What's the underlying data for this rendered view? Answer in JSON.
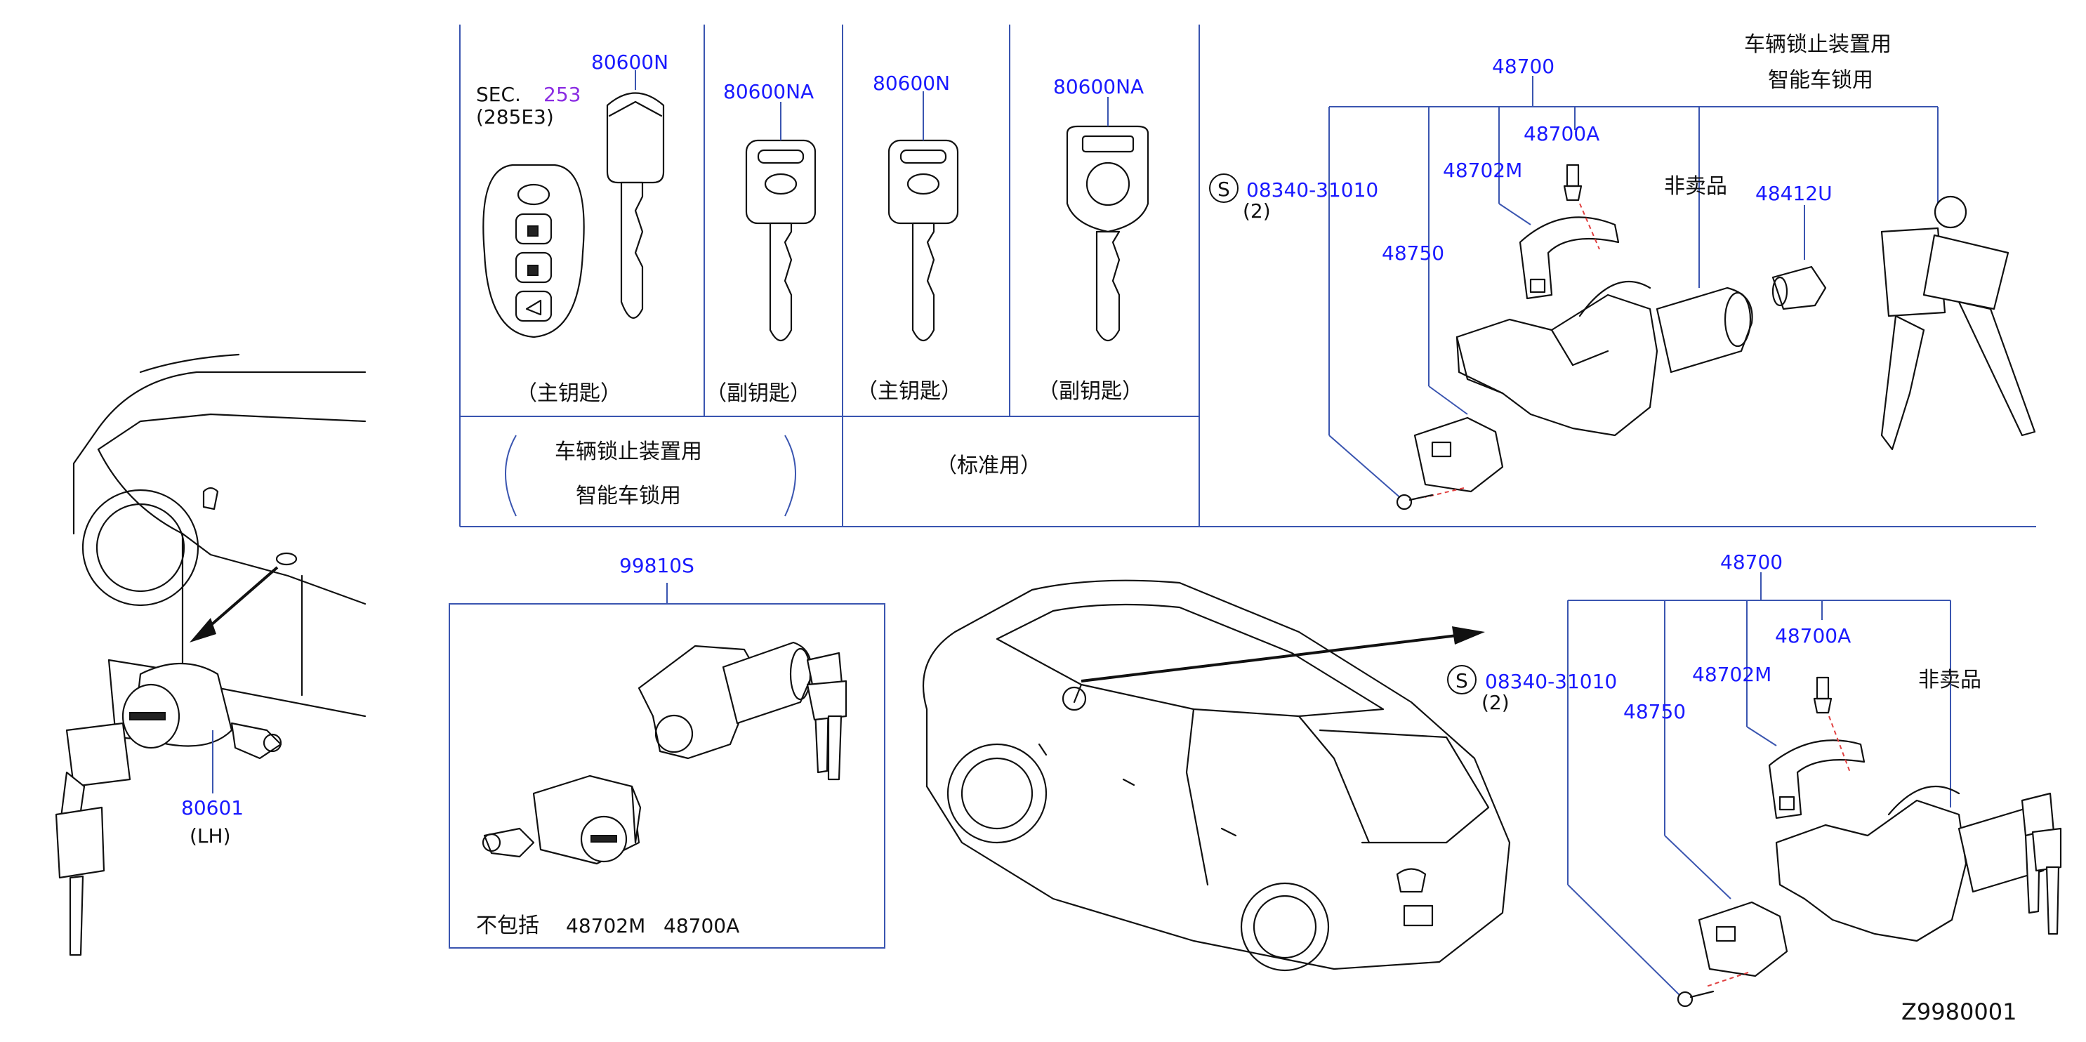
{
  "labels": {
    "sec": "SEC.",
    "sec_num": "253",
    "sec_sub": "(285E3)",
    "key_80600N_a": "80600N",
    "key_80600NA_a": "80600NA",
    "key_80600N_b": "80600N",
    "key_80600NA_b": "80600NA",
    "master_key_1": "（主钥匙）",
    "sub_key_1": "（副钥匙）",
    "master_key_2": "（主钥匙）",
    "sub_key_2": "（副钥匙）",
    "smart_use_line1": "车辆锁止装置用",
    "smart_use_line2": "智能车锁用",
    "standard_use": "（标准用）",
    "kit": "99810S",
    "kit_excl_prefix": "不包括",
    "kit_excl_1": "48702M",
    "kit_excl_2": "48700A",
    "door_cyl": "80601",
    "door_cyl_side": "(LH)",
    "top_assy": "48700",
    "top_use_line1": "车辆锁止装置用",
    "top_use_line2": "智能车锁用",
    "top_screw_s": "S",
    "top_screw": "08340-31010",
    "top_screw_qty": "(2)",
    "top_48702M": "48702M",
    "top_48700A": "48700A",
    "top_not_sold": "非卖品",
    "top_48412U": "48412U",
    "top_48750": "48750",
    "bot_assy": "48700",
    "bot_screw_s": "S",
    "bot_screw": "08340-31010",
    "bot_screw_qty": "(2)",
    "bot_48700A": "48700A",
    "bot_48702M": "48702M",
    "bot_not_sold": "非卖品",
    "bot_48750": "48750",
    "figure_id": "Z9980001"
  },
  "colors": {
    "callout": "#1a1aff",
    "sec_ref": "#8a2be2",
    "frame": "#3a55b0",
    "ink": "#111111"
  }
}
